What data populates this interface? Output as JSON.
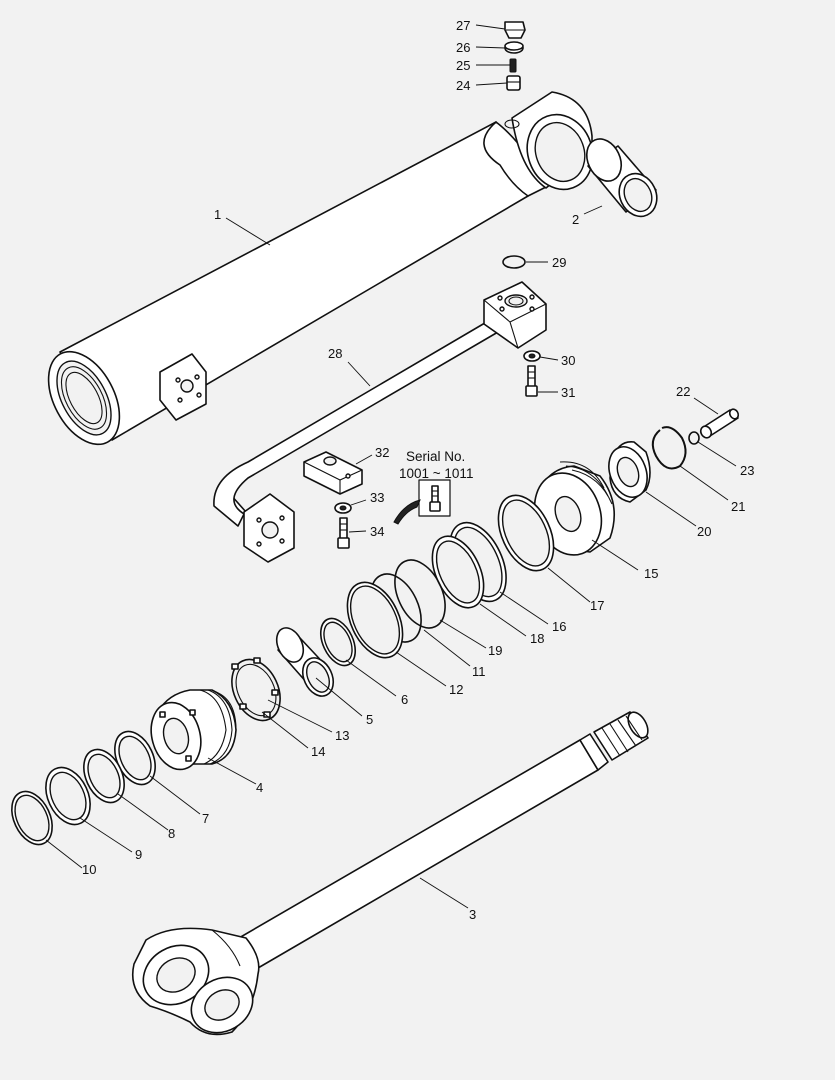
{
  "serial_note": {
    "line1": "Serial No.",
    "line2": "1001 ~ 1011"
  },
  "callouts": [
    {
      "id": "p1",
      "text": "1"
    },
    {
      "id": "p2",
      "text": "2"
    },
    {
      "id": "p3",
      "text": "3"
    },
    {
      "id": "p4",
      "text": "4"
    },
    {
      "id": "p5",
      "text": "5"
    },
    {
      "id": "p6",
      "text": "6"
    },
    {
      "id": "p7",
      "text": "7"
    },
    {
      "id": "p8",
      "text": "8"
    },
    {
      "id": "p9",
      "text": "9"
    },
    {
      "id": "p10",
      "text": "10"
    },
    {
      "id": "p11",
      "text": "11"
    },
    {
      "id": "p12",
      "text": "12"
    },
    {
      "id": "p13",
      "text": "13"
    },
    {
      "id": "p14",
      "text": "14"
    },
    {
      "id": "p15",
      "text": "15"
    },
    {
      "id": "p16",
      "text": "16"
    },
    {
      "id": "p17",
      "text": "17"
    },
    {
      "id": "p18",
      "text": "18"
    },
    {
      "id": "p19",
      "text": "19"
    },
    {
      "id": "p20",
      "text": "20"
    },
    {
      "id": "p21",
      "text": "21"
    },
    {
      "id": "p22",
      "text": "22"
    },
    {
      "id": "p23",
      "text": "23"
    },
    {
      "id": "p24",
      "text": "24"
    },
    {
      "id": "p25",
      "text": "25"
    },
    {
      "id": "p26",
      "text": "26"
    },
    {
      "id": "p27",
      "text": "27"
    },
    {
      "id": "p28",
      "text": "28"
    },
    {
      "id": "p29",
      "text": "29"
    },
    {
      "id": "p30",
      "text": "30"
    },
    {
      "id": "p31",
      "text": "31"
    },
    {
      "id": "p32",
      "text": "32"
    },
    {
      "id": "p33",
      "text": "33"
    },
    {
      "id": "p34",
      "text": "34"
    }
  ]
}
